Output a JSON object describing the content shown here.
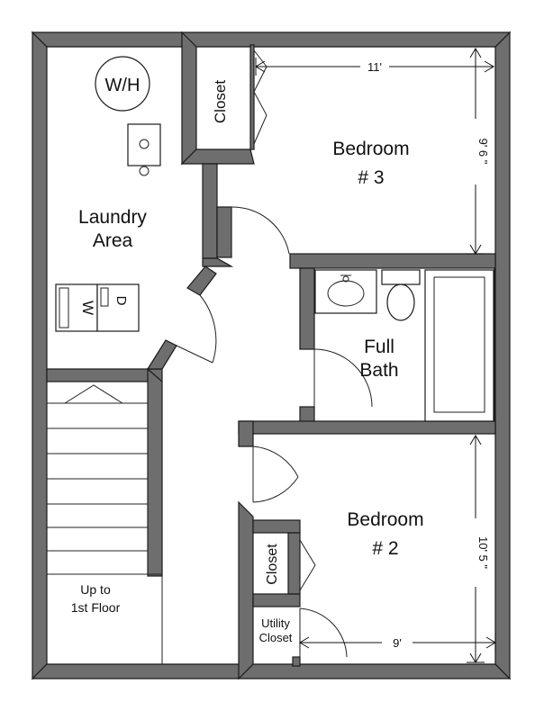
{
  "rooms": {
    "laundry": "Laundry\nArea",
    "bedroom3": "Bedroom\n# 3",
    "bedroom2": "Bedroom\n# 2",
    "bath": "Full\nBath",
    "stairs": "Up to\n1st Floor",
    "closet_upper": "Closet",
    "closet_lower": "Closet",
    "utility": "Utility\nCloset"
  },
  "fixtures": {
    "water_heater": "W/H",
    "washer": "W",
    "dryer": "D"
  },
  "dimensions": {
    "bedroom3_width": "11'",
    "bedroom3_depth": "9' 6 \"",
    "bedroom2_depth": "10' 5 \"",
    "bedroom2_width": "9'"
  }
}
